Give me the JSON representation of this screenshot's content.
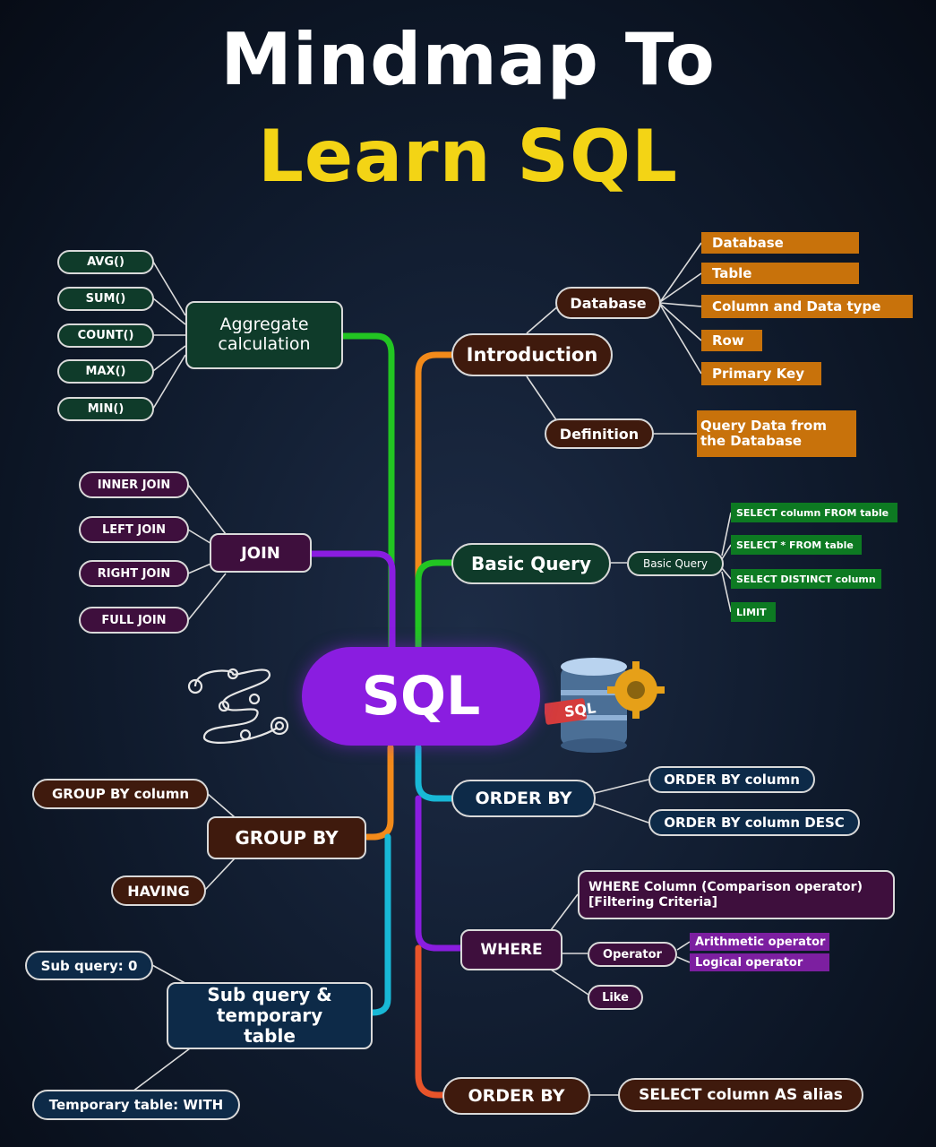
{
  "title": {
    "line1": "Mindmap To",
    "line2": "Learn SQL"
  },
  "center": {
    "label": "SQL"
  },
  "colors": {
    "green": "#22c522",
    "purple": "#8a1de0",
    "orange": "#f28a1a",
    "cyan": "#18b8d6",
    "red_orange": "#e8542a",
    "title_yellow": "#f3d415"
  },
  "icons": {
    "left": "path-steps-icon",
    "right": "sql-database-gear-icon",
    "database_label": "SQL"
  },
  "aggregate": {
    "label": "Aggregate calculation",
    "items": [
      "AVG()",
      "SUM()",
      "COUNT()",
      "MAX()",
      "MIN()"
    ]
  },
  "join": {
    "label": "JOIN",
    "items": [
      "INNER JOIN",
      "LEFT JOIN",
      "RIGHT JOIN",
      "FULL JOIN"
    ]
  },
  "introduction": {
    "label": "Introduction",
    "database": {
      "label": "Database",
      "items": [
        "Database",
        "Table",
        "Column and Data type",
        "Row",
        "Primary Key"
      ]
    },
    "definition": {
      "label": "Definition",
      "text": "Query Data from the Database"
    }
  },
  "basic_query": {
    "label": "Basic Query",
    "sub_label": "Basic Query",
    "items": [
      "SELECT column FROM table",
      "SELECT * FROM table",
      "SELECT DISTINCT column",
      "LIMIT"
    ]
  },
  "group_by": {
    "label": "GROUP BY",
    "items": [
      "GROUP BY column",
      "HAVING"
    ]
  },
  "subquery": {
    "label": "Sub query & temporary table",
    "items": [
      "Sub query: 0",
      "Temporary table: WITH"
    ]
  },
  "order_by_1": {
    "label": "ORDER BY",
    "items": [
      "ORDER BY column",
      "ORDER BY column DESC"
    ]
  },
  "where": {
    "label": "WHERE",
    "condition": "WHERE Column (Comparison operator) [Filtering Criteria]",
    "operator": {
      "label": "Operator",
      "items": [
        "Arithmetic operator",
        "Logical operator"
      ]
    },
    "like": "Like"
  },
  "order_by_2": {
    "label": "ORDER BY",
    "items": [
      "SELECT column AS alias"
    ]
  }
}
